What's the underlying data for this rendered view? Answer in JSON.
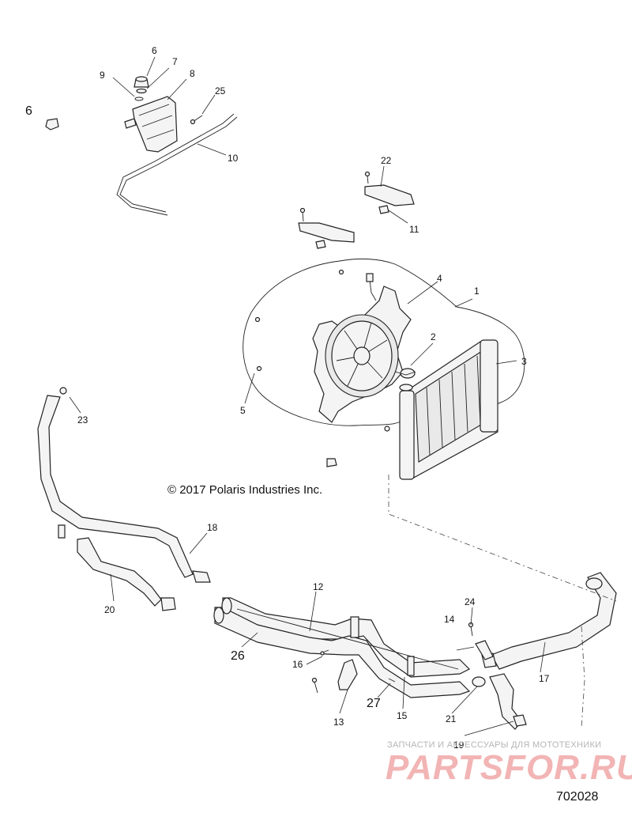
{
  "copyright": "© 2017 Polaris Industries Inc.",
  "diagram_number": "702028",
  "watermark": {
    "top_text": "ЗАПЧАСТИ И АКСЕССУАРЫ ДЛЯ МОТОТЕХНИКИ",
    "brand": "PARTSFOR.RU"
  },
  "callouts": {
    "c1": "1",
    "c2": "2",
    "c3": "3",
    "c4": "4",
    "c5": "5",
    "c6a": "6",
    "c6b": "6",
    "c7": "7",
    "c8": "8",
    "c9": "9",
    "c10": "10",
    "c11": "11",
    "c12": "12",
    "c13": "13",
    "c14": "14",
    "c15": "15",
    "c16": "16",
    "c17": "17",
    "c18": "18",
    "c19": "19",
    "c20": "20",
    "c21": "21",
    "c22": "22",
    "c23": "23",
    "c24": "24",
    "c25": "25",
    "c26": "26",
    "c27": "27"
  }
}
